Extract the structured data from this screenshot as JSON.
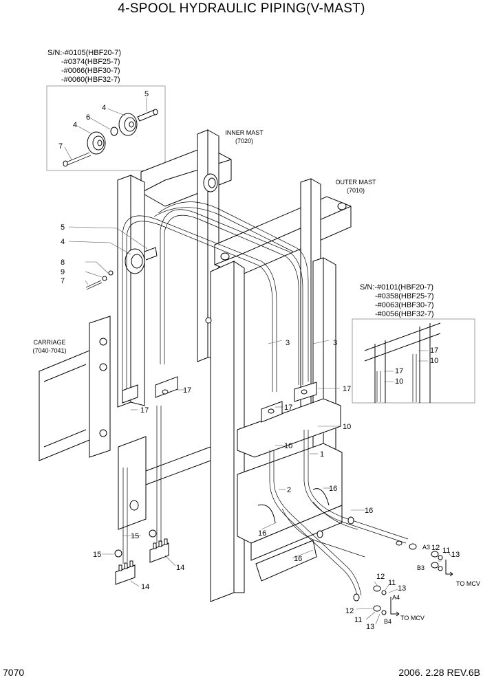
{
  "title": "4-SPOOL HYDRAULIC PIPING(V-MAST)",
  "page_number": "7070",
  "footer_date": "2006. 2.28  REV.6B",
  "serial_box_1": [
    "S/N:-#0105(HBF20-7)",
    "-#0374(HBF25-7)",
    "-#0066(HBF30-7)",
    "-#0060(HBF32-7)"
  ],
  "serial_box_2": [
    "S/N:-#0101(HBF20-7)",
    "-#0358(HBF25-7)",
    "-#0063(HBF30-7)",
    "-#0056(HBF32-7)"
  ],
  "assemblies": {
    "inner_mast": [
      "INNER MAST",
      "(7020)"
    ],
    "outer_mast": [
      "OUTER MAST",
      "(7010)"
    ],
    "carriage": [
      "CARRIAGE",
      "(7040-7041)"
    ]
  },
  "connections": {
    "to_mcv_1": "TO MCV",
    "to_mcv_2": "TO MCV",
    "port_a3": "A3",
    "port_b3": "B3",
    "port_a4": "A4",
    "port_b4": "B4"
  },
  "part_callouts": {
    "p1": "1",
    "p2": "2",
    "p3a": "3",
    "p3b": "3",
    "p4_inset_a": "4",
    "p4_inset_b": "4",
    "p4_main": "4",
    "p5_inset": "5",
    "p5_main": "5",
    "p6_inset": "6",
    "p7_inset": "7",
    "p7_main": "7",
    "p8": "8",
    "p9": "9",
    "p10a": "10",
    "p10b": "10",
    "p10_inset_a": "10",
    "p10_inset_b": "10",
    "p11a": "11",
    "p11b": "11",
    "p11c": "11",
    "p12a": "12",
    "p12b": "12",
    "p12c": "12",
    "p13a": "13",
    "p13b": "13",
    "p13c": "13",
    "p14a": "14",
    "p14b": "14",
    "p15a": "15",
    "p15b": "15",
    "p16a": "16",
    "p16b": "16",
    "p16c": "16",
    "p16d": "16",
    "p17a": "17",
    "p17b": "17",
    "p17c": "17",
    "p17d": "17",
    "p17_inset_a": "17",
    "p17_inset_b": "17"
  }
}
